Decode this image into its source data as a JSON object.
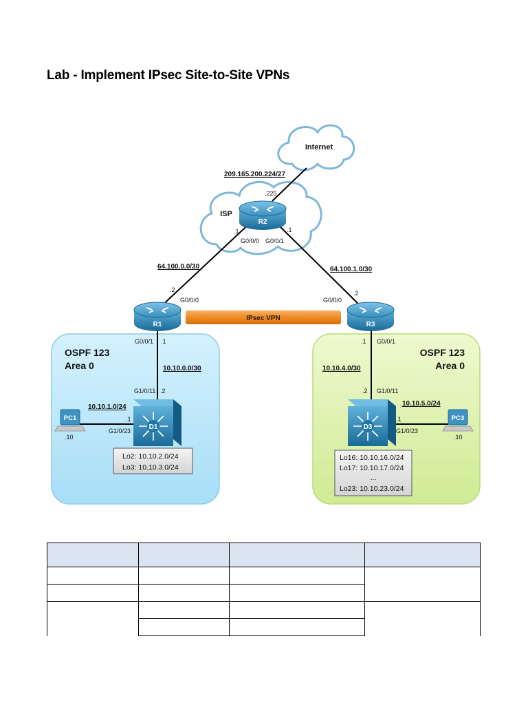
{
  "title": "Lab - Implement IPsec Site-to-Site VPNs",
  "topology": {
    "cloud_internet": "Internet",
    "cloud_isp": "ISP",
    "devices": {
      "r1": "R1",
      "r2": "R2",
      "r3": "R3",
      "d1": "D1",
      "d3": "D3",
      "pc1": "PC1",
      "pc3": "PC3"
    },
    "networks": {
      "internet_link": "209.165.200.224/27",
      "r1_r2": "64.100.0.0/30",
      "r2_r3": "64.100.1.0/30",
      "r1_d1": "10.10.0.0/30",
      "d1_pc1": "10.10.1.0/24",
      "r3_d3": "10.10.4.0/30",
      "d3_pc3": "10.10.5.0/24"
    },
    "labels": {
      "r2_inet_host": ".225",
      "r2_left_host": ".1",
      "r2_right_host": ".1",
      "r2_g000": "G0/0/0",
      "r2_g001": "G0/0/1",
      "r1_wan_host": ".2",
      "r1_g000": "G0/0/0",
      "r1_g001": "G0/0/1",
      "r1_lan_host": ".1",
      "d1_up_host": ".2",
      "d1_g1011": "G1/0/11",
      "d1_pc_host": ".1",
      "d1_g1023": "G1/0/23",
      "pc1_host": ".10",
      "r3_wan_host": ".2",
      "r3_g000": "G0/0/0",
      "r3_g001": "G0/0/1",
      "r3_lan_host": ".1",
      "d3_up_host": ".2",
      "d3_g1011": "G1/0/11",
      "d3_pc_host": ".1",
      "d3_g1023": "G1/0/23",
      "pc3_host": ".10"
    },
    "vpn_label": "IPsec VPN",
    "ospf_left": {
      "line1": "OSPF 123",
      "line2": "Area 0"
    },
    "ospf_right": {
      "line1": "OSPF 123",
      "line2": "Area 0"
    },
    "d1_loopbacks": [
      "Lo2: 10.10.2.0/24",
      "Lo3: 10.10.3.0/24"
    ],
    "d3_loopbacks": [
      "Lo16: 10.10.16.0/24",
      "Lo17: 10.10.17.0/24",
      "...",
      "Lo23: 10.10.23.0/24"
    ]
  },
  "colors": {
    "area_left": "#bfe8fb",
    "area_right": "#dff2b3",
    "router_blue": "#1f79a8",
    "vpn_orange": "#ef8a22",
    "table_header": "#dbe5f1"
  }
}
